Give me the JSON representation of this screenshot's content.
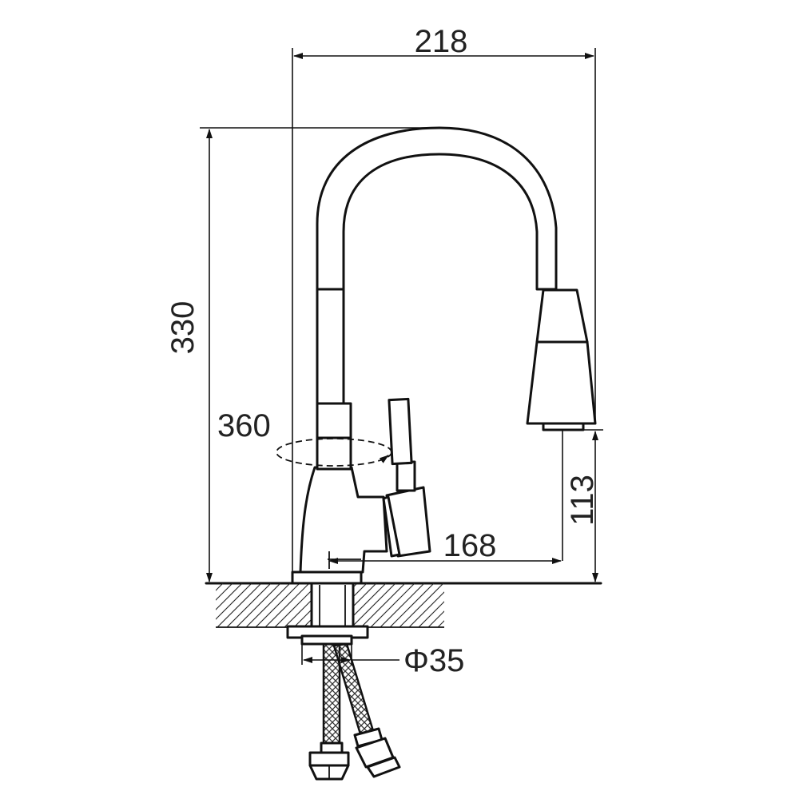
{
  "dimensions": {
    "width_total": "218",
    "height_total": "330",
    "rotation": "360",
    "spout_height": "113",
    "spout_reach": "168",
    "base_diameter": "Φ35"
  },
  "colors": {
    "line": "#111111",
    "background": "#ffffff"
  }
}
